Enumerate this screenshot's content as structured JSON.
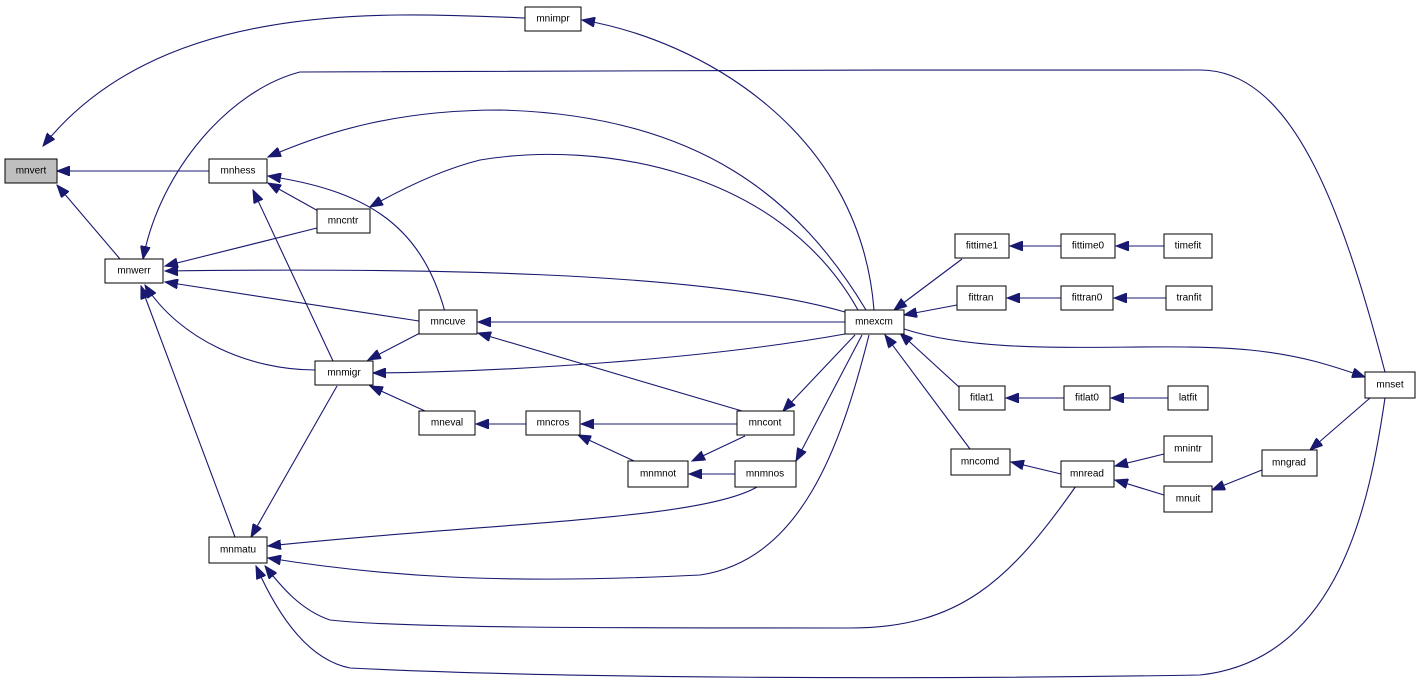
{
  "graph": {
    "root": "mnvert",
    "nodes": [
      {
        "id": "mnvert",
        "label": "mnvert"
      },
      {
        "id": "mnimpr",
        "label": "mnimpr"
      },
      {
        "id": "mnhess",
        "label": "mnhess"
      },
      {
        "id": "mnwerr",
        "label": "mnwerr"
      },
      {
        "id": "mncntr",
        "label": "mncntr"
      },
      {
        "id": "mncuve",
        "label": "mncuve"
      },
      {
        "id": "mnmigr",
        "label": "mnmigr"
      },
      {
        "id": "mneval",
        "label": "mneval"
      },
      {
        "id": "mncros",
        "label": "mncros"
      },
      {
        "id": "mncont",
        "label": "mncont"
      },
      {
        "id": "mnmnot",
        "label": "mnmnot"
      },
      {
        "id": "mnmnos",
        "label": "mnmnos"
      },
      {
        "id": "mnmatu",
        "label": "mnmatu"
      },
      {
        "id": "mnexcm",
        "label": "mnexcm"
      },
      {
        "id": "fittime1",
        "label": "fittime1"
      },
      {
        "id": "fittime0",
        "label": "fittime0"
      },
      {
        "id": "timefit",
        "label": "timefit"
      },
      {
        "id": "fittran",
        "label": "fittran"
      },
      {
        "id": "fittran0",
        "label": "fittran0"
      },
      {
        "id": "tranfit",
        "label": "tranfit"
      },
      {
        "id": "fitlat1",
        "label": "fitlat1"
      },
      {
        "id": "fitlat0",
        "label": "fitlat0"
      },
      {
        "id": "latfit",
        "label": "latfit"
      },
      {
        "id": "mncomd",
        "label": "mncomd"
      },
      {
        "id": "mnread",
        "label": "mnread"
      },
      {
        "id": "mnintr",
        "label": "mnintr"
      },
      {
        "id": "mnuit",
        "label": "mnuit"
      },
      {
        "id": "mngrad",
        "label": "mngrad"
      },
      {
        "id": "mnset",
        "label": "mnset"
      }
    ],
    "edges": [
      {
        "from": "mnimpr",
        "to": "mnvert"
      },
      {
        "from": "mnhess",
        "to": "mnvert"
      },
      {
        "from": "mnwerr",
        "to": "mnvert"
      },
      {
        "from": "mnexcm",
        "to": "mnimpr"
      },
      {
        "from": "mnset",
        "to": "mnwerr"
      },
      {
        "from": "mnexcm",
        "to": "mnhess"
      },
      {
        "from": "mncntr",
        "to": "mnhess"
      },
      {
        "from": "mncuve",
        "to": "mnhess"
      },
      {
        "from": "mnmigr",
        "to": "mnhess"
      },
      {
        "from": "mnexcm",
        "to": "mncntr"
      },
      {
        "from": "mncntr",
        "to": "mnwerr"
      },
      {
        "from": "mnexcm",
        "to": "mnwerr"
      },
      {
        "from": "mncuve",
        "to": "mnwerr"
      },
      {
        "from": "mnmigr",
        "to": "mnwerr"
      },
      {
        "from": "mnmatu",
        "to": "mnwerr"
      },
      {
        "from": "mnexcm",
        "to": "mncuve"
      },
      {
        "from": "mncont",
        "to": "mncuve"
      },
      {
        "from": "mncuve",
        "to": "mnmigr"
      },
      {
        "from": "mnexcm",
        "to": "mnmigr"
      },
      {
        "from": "mneval",
        "to": "mnmigr"
      },
      {
        "from": "mncros",
        "to": "mneval"
      },
      {
        "from": "mncont",
        "to": "mncros"
      },
      {
        "from": "mnmnot",
        "to": "mncros"
      },
      {
        "from": "mnexcm",
        "to": "mncont"
      },
      {
        "from": "mncont",
        "to": "mnmnot"
      },
      {
        "from": "mnmnos",
        "to": "mnmnot"
      },
      {
        "from": "mnexcm",
        "to": "mnmnos"
      },
      {
        "from": "mnmigr",
        "to": "mnmatu"
      },
      {
        "from": "mnmnos",
        "to": "mnmatu"
      },
      {
        "from": "mnexcm",
        "to": "mnmatu"
      },
      {
        "from": "mnread",
        "to": "mnmatu"
      },
      {
        "from": "mnset",
        "to": "mnmatu"
      },
      {
        "from": "fittime1",
        "to": "mnexcm"
      },
      {
        "from": "fittran",
        "to": "mnexcm"
      },
      {
        "from": "fitlat1",
        "to": "mnexcm"
      },
      {
        "from": "mncomd",
        "to": "mnexcm"
      },
      {
        "from": "fittime0",
        "to": "fittime1"
      },
      {
        "from": "timefit",
        "to": "fittime0"
      },
      {
        "from": "fittran0",
        "to": "fittran"
      },
      {
        "from": "tranfit",
        "to": "fittran0"
      },
      {
        "from": "fitlat0",
        "to": "fitlat1"
      },
      {
        "from": "latfit",
        "to": "fitlat0"
      },
      {
        "from": "mnread",
        "to": "mncomd"
      },
      {
        "from": "mnintr",
        "to": "mnread"
      },
      {
        "from": "mnuit",
        "to": "mnread"
      },
      {
        "from": "mngrad",
        "to": "mnuit"
      },
      {
        "from": "mnset",
        "to": "mngrad"
      },
      {
        "from": "mnexcm",
        "to": "mnset"
      }
    ]
  }
}
